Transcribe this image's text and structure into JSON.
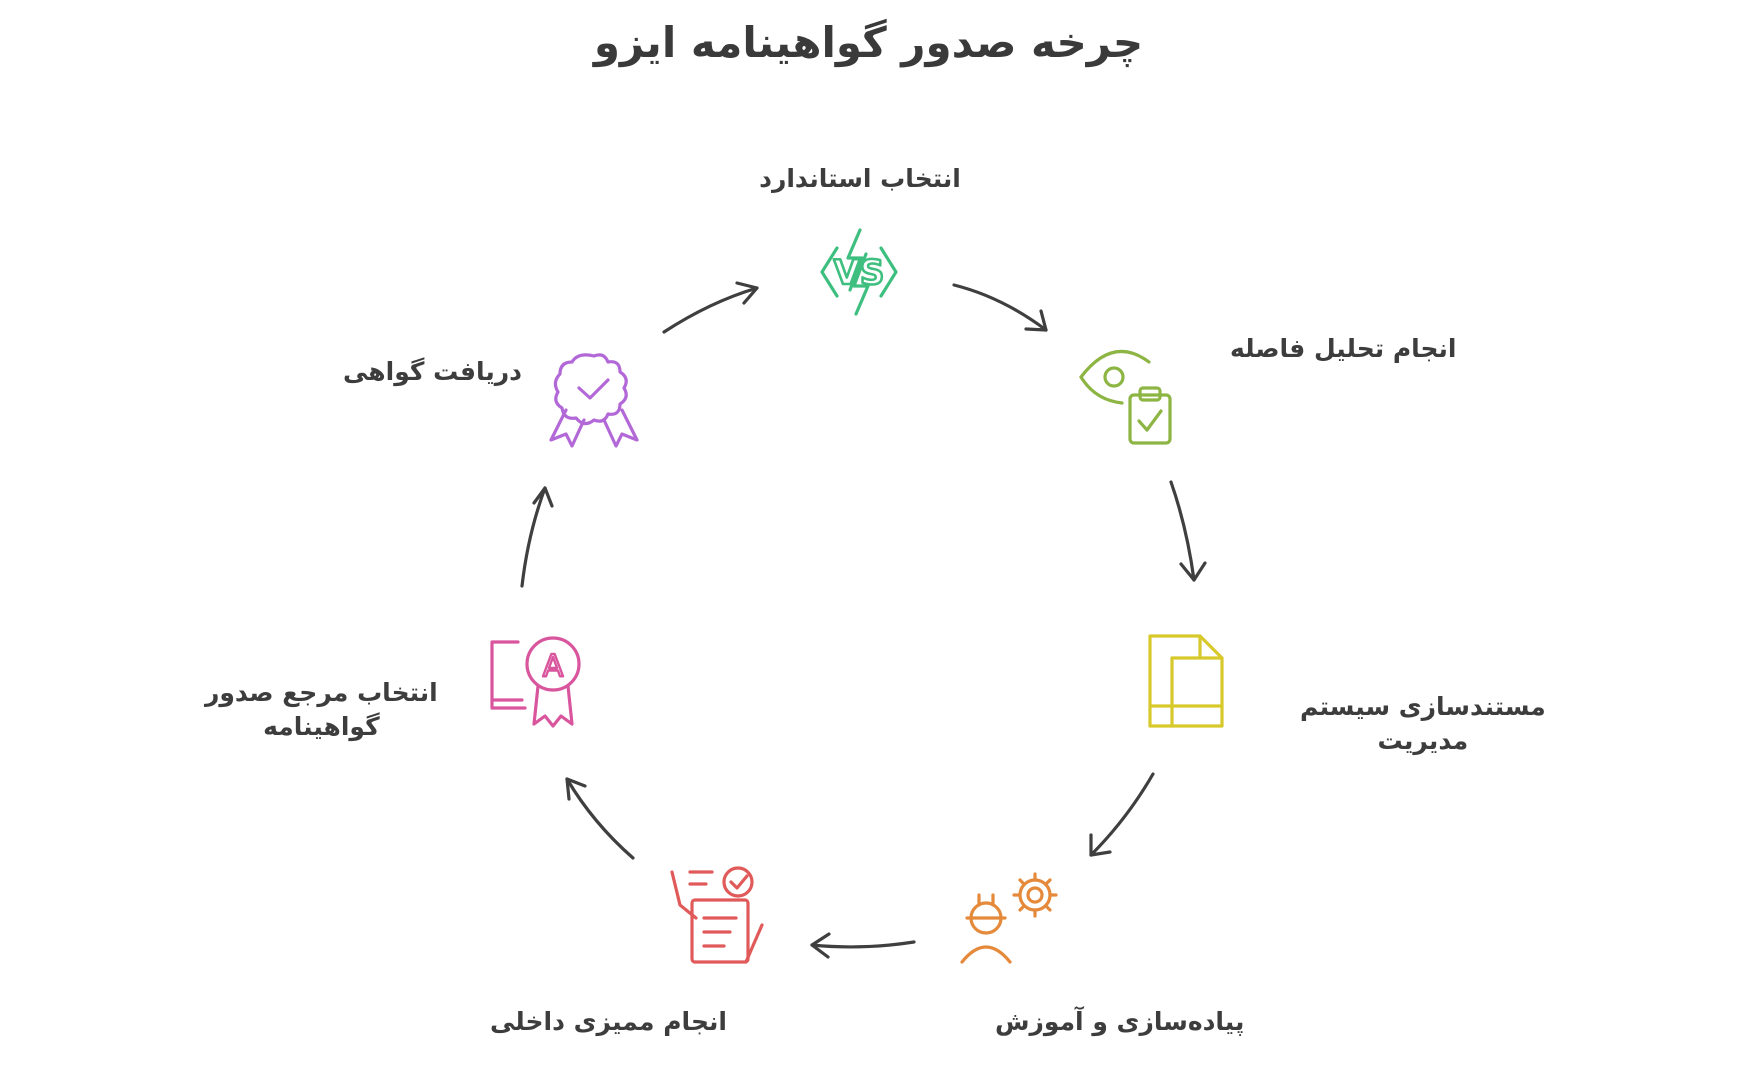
{
  "title": "چرخه صدور گواهینامه ایزو",
  "steps": [
    {
      "label": "انتخاب استاندارد",
      "icon": "versus-icon",
      "color": "#3fbf7f"
    },
    {
      "label": "انجام تحلیل فاصله",
      "icon": "eye-clipboard-icon",
      "color": "#8db544"
    },
    {
      "label_line1": "مستندسازی سیستم",
      "label_line2": "مدیریت",
      "icon": "document-layout-icon",
      "color": "#d7c92b"
    },
    {
      "label": "پیاده‌سازی و آموزش",
      "icon": "worker-gear-icon",
      "color": "#e5893a"
    },
    {
      "label": "انجام ممیزی داخلی",
      "icon": "checklist-audit-icon",
      "color": "#e05a5a"
    },
    {
      "label_line1": "انتخاب مرجع صدور",
      "label_line2": "گواهینامه",
      "icon": "certificate-book-icon",
      "color": "#d9559d"
    },
    {
      "label": "دریافت گواهی",
      "icon": "award-badge-icon",
      "color": "#b368d8"
    }
  ],
  "badge_letter": "A",
  "icon_text_vs": "VS"
}
